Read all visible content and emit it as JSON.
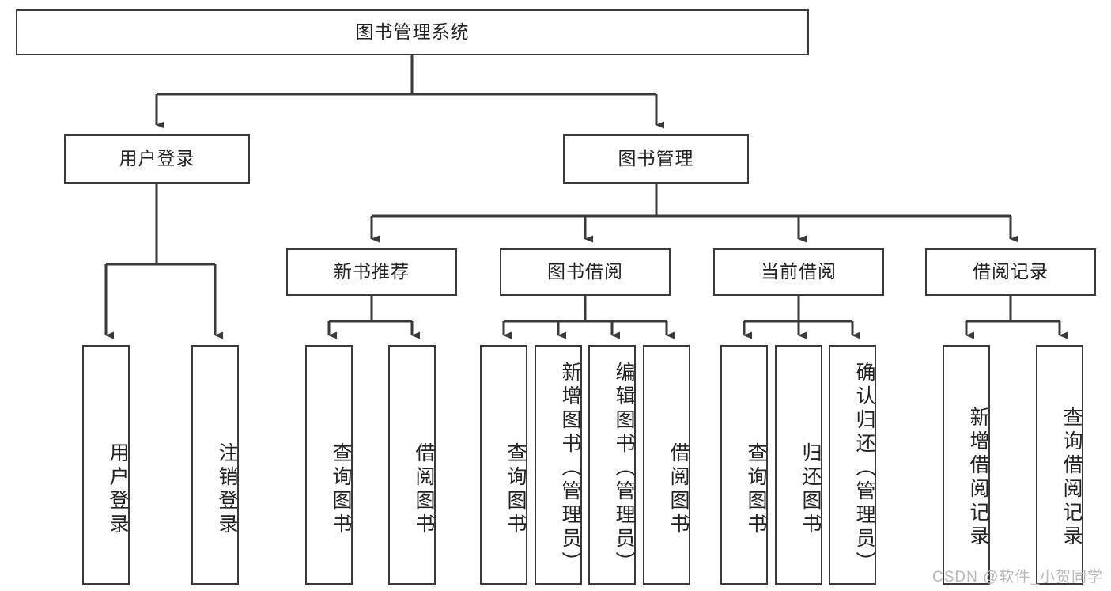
{
  "diagram": {
    "title": "图书管理系统",
    "watermark": "CSDN @软件_小贺同学",
    "line_color": "#3a3a3a",
    "box_fill": "#ffffff",
    "text_color": "#222222",
    "levels": {
      "level1": [
        {
          "id": "root",
          "label": "图书管理系统"
        }
      ],
      "level2": [
        {
          "id": "user-login",
          "label": "用户登录"
        },
        {
          "id": "book-manage",
          "label": "图书管理"
        }
      ],
      "level3": [
        {
          "id": "new-book-rec",
          "label": "新书推荐"
        },
        {
          "id": "book-borrow",
          "label": "图书借阅"
        },
        {
          "id": "current-borrow",
          "label": "当前借阅"
        },
        {
          "id": "borrow-record",
          "label": "借阅记录"
        }
      ],
      "level4": [
        {
          "id": "leaf-user-login",
          "label": "用户登录",
          "parent": "user-login"
        },
        {
          "id": "leaf-user-logout",
          "label": "注销登录",
          "parent": "user-login"
        },
        {
          "id": "leaf-query-book-1",
          "label": "查询图书",
          "parent": "new-book-rec"
        },
        {
          "id": "leaf-borrow-book-1",
          "label": "借阅图书",
          "parent": "new-book-rec"
        },
        {
          "id": "leaf-query-book-2",
          "label": "查询图书",
          "parent": "book-borrow"
        },
        {
          "id": "leaf-add-book",
          "label": "新增图书（管理员）",
          "parent": "book-borrow"
        },
        {
          "id": "leaf-edit-book",
          "label": "编辑图书（管理员）",
          "parent": "book-borrow"
        },
        {
          "id": "leaf-borrow-book-2",
          "label": "借阅图书",
          "parent": "book-borrow"
        },
        {
          "id": "leaf-query-book-3",
          "label": "查询图书",
          "parent": "current-borrow"
        },
        {
          "id": "leaf-return-book",
          "label": "归还图书",
          "parent": "current-borrow"
        },
        {
          "id": "leaf-confirm-return",
          "label": "确认归还（管理员）",
          "parent": "current-borrow"
        },
        {
          "id": "leaf-add-record",
          "label": "新增借阅记录",
          "parent": "borrow-record"
        },
        {
          "id": "leaf-query-record",
          "label": "查询借阅记录",
          "parent": "borrow-record"
        }
      ]
    }
  }
}
